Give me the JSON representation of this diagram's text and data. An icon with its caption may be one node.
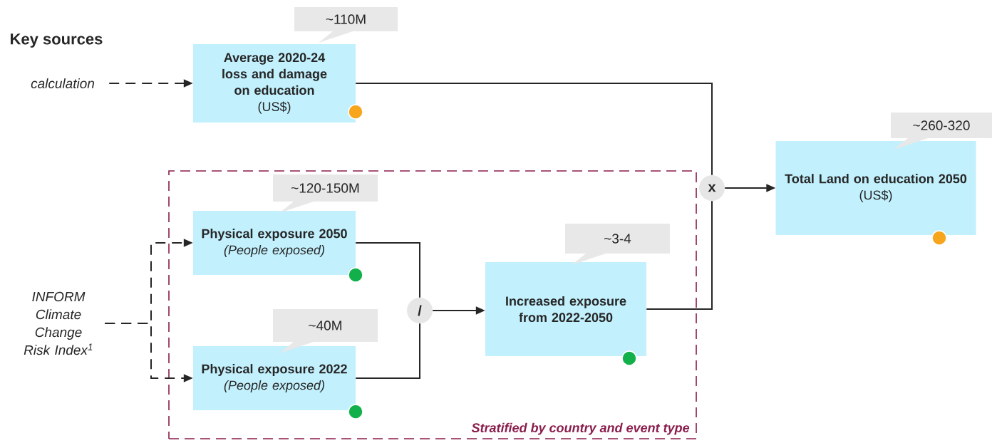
{
  "diagram": {
    "title": "Key sources",
    "nodes": [
      {
        "text": [
          "calculation"
        ]
      },
      {
        "text": [
          "Average 2020-24 loss and damage on education",
          "(US$)"
        ],
        "beside": [
          "~110M"
        ]
      },
      {
        "text": [
          "Stratified by country and event type"
        ]
      },
      {
        "text": [
          "INFORM Climate Change Risk Index$^{1}$"
        ]
      },
      {
        "text": [
          "Physical exposure 2050",
          "(People exposed)"
        ],
        "beside": [
          "~120-150M"
        ],
        "in": 2
      },
      {
        "text": [
          "Physical exposure 2022",
          "(People exposed)"
        ],
        "beside": [
          "~40M"
        ],
        "in": 2
      },
      {
        "text": [
          "/"
        ],
        "in": 2
      },
      {
        "text": [
          "Increased exposure from 2022-2050"
        ],
        "beside": [
          "~3-4"
        ],
        "in": 2
      },
      {
        "text": [
          "x"
        ]
      },
      {
        "text": [
          "Total Land on education 2050",
          "(US$)"
        ],
        "beside": [
          "~260-320"
        ]
      }
    ],
    "edges": [
      {
        "from": 0,
        "to": 1,
        "arrow": "to",
        "style": "dashed"
      },
      {
        "from": 3,
        "to": 4,
        "arrow": "to",
        "style": "dashed"
      },
      {
        "from": 3,
        "to": 5,
        "arrow": "to",
        "style": "dashed"
      },
      {
        "from": 4,
        "to": 6,
        "arrow": "none"
      },
      {
        "from": 5,
        "to": 6,
        "arrow": "none"
      },
      {
        "from": 6,
        "to": 7,
        "arrow": "to"
      },
      {
        "from": 1,
        "to": 8,
        "arrow": "none"
      },
      {
        "from": 7,
        "to": 8,
        "arrow": "none"
      },
      {
        "from": 8,
        "to": 9,
        "arrow": "to"
      }
    ]
  }
}
